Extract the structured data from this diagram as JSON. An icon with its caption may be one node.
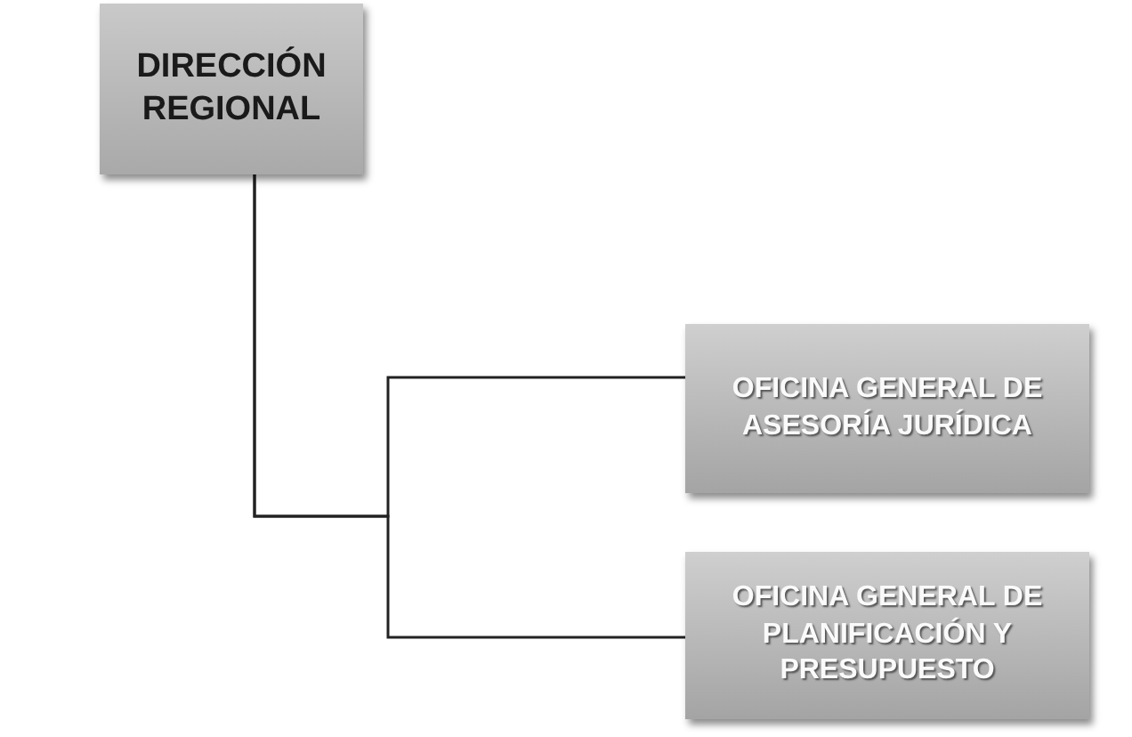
{
  "diagram": {
    "nodes": [
      {
        "text": [
          "DIRECCIÓN REGIONAL"
        ]
      },
      {
        "text": [
          "OFICINA GENERAL DE ASESORÍA JURÍDICA"
        ]
      },
      {
        "text": [
          "OFICINA GENERAL DE PLANIFICACIÓN Y PRESUPUESTO"
        ]
      }
    ],
    "edges": [
      {
        "from": 0,
        "to": 1,
        "arrow": "none"
      },
      {
        "from": 0,
        "to": 2,
        "arrow": "none"
      }
    ]
  }
}
